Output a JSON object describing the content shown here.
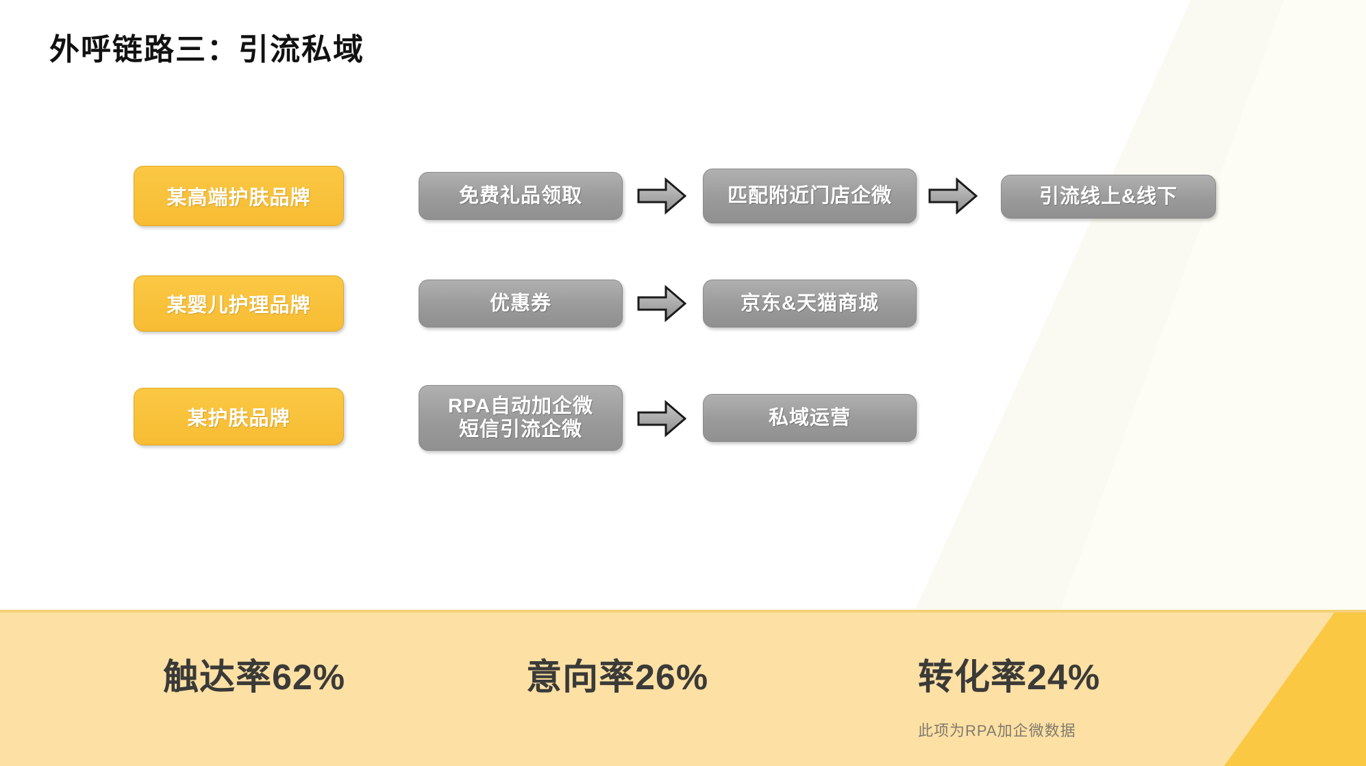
{
  "slide": {
    "title": "外呼链路三：引流私域",
    "background_color": "#ffffff",
    "accent_color": "#fbc844",
    "gray_color": "#9a9a9a"
  },
  "flow": {
    "rows": [
      {
        "brand": "某高端护肤品牌",
        "steps": [
          "免费礼品领取",
          "匹配附近门店企微",
          "引流线上&线下"
        ]
      },
      {
        "brand": "某婴儿护理品牌",
        "steps": [
          "优惠券",
          "京东&天猫商城"
        ]
      },
      {
        "brand": "某护肤品牌",
        "steps": [
          "RPA自动加企微\n短信引流企微",
          "私域运营"
        ]
      }
    ]
  },
  "banner": {
    "background_color": "#fde0a4",
    "stats": [
      "触达率62%",
      "意向率26%",
      "转化率24%"
    ],
    "footnote": "此项为RPA加企微数据"
  }
}
